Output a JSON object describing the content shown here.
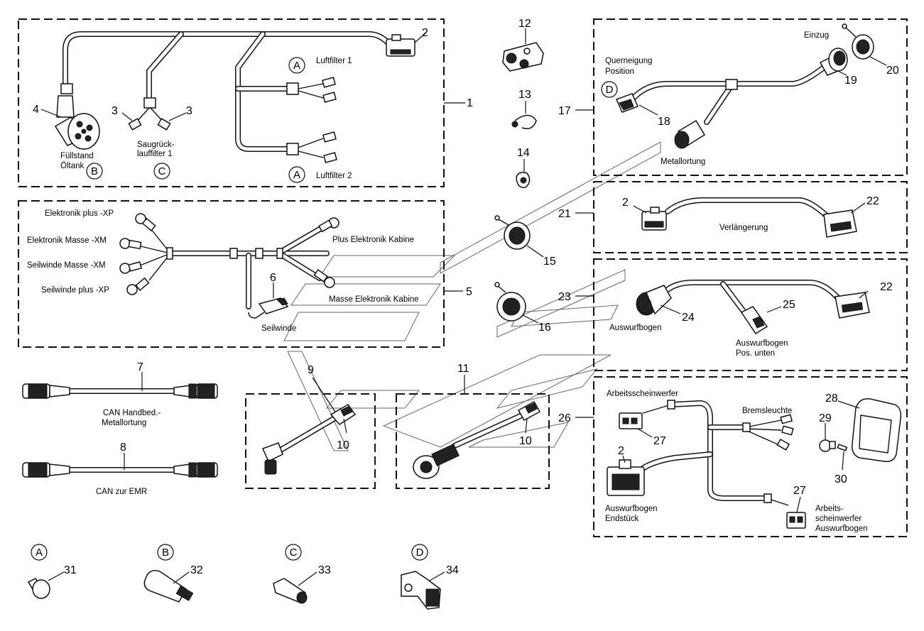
{
  "labels": {
    "luftfilter_1": "Luftfilter 1",
    "luftfilter_2": "Luftfilter 2",
    "fuellstand": "Füllstand",
    "oeltank": "Öltank",
    "saugrueck": "Saugrück-",
    "lauffilter": "lauffilter 1",
    "elektronik_plus": "Elektronik plus -XP",
    "elektronik_masse": "Elektronik Masse -XM",
    "seilwinde_masse": "Seilwinde Masse -XM",
    "seilwinde_plus": "Seilwinde plus -XP",
    "plus_elektronik_kabine": "Plus Elektronik Kabine",
    "masse_elektronik_kabine": "Masse Elektronik Kabine",
    "seilwinde": "Seilwinde",
    "can_handbed": "CAN Handbed.-",
    "metallortung_7": "Metallortung",
    "can_emr": "CAN zur EMR",
    "querneigung": "Querneigung",
    "position": "Position",
    "einzug": "Einzug",
    "metallortung_17": "Metallortung",
    "verlaengerung": "Verlängerung",
    "auswurfbogen": "Auswurfbogen",
    "auswurfbogen_pos": "Auswurfbogen",
    "pos_unten": "Pos. unten",
    "arbeitsscheinwerfer": "Arbeitsscheinwerfer",
    "bremsleuchte": "Bremsleuchte",
    "auswurfbogen_end": "Auswurfbogen",
    "endstueck": "Endstück",
    "arbeits": "Arbeits-",
    "scheinwerfer": "scheinwerfer",
    "auswurfbogen_aw": "Auswurfbogen"
  },
  "letters": {
    "a": "A",
    "b": "B",
    "c": "C",
    "d": "D"
  },
  "numbers": {
    "n1": "1",
    "n2": "2",
    "n3": "3",
    "n4": "4",
    "n5": "5",
    "n6": "6",
    "n7": "7",
    "n8": "8",
    "n9": "9",
    "n10": "10",
    "n11": "11",
    "n12": "12",
    "n13": "13",
    "n14": "14",
    "n15": "15",
    "n16": "16",
    "n17": "17",
    "n18": "18",
    "n19": "19",
    "n20": "20",
    "n21": "21",
    "n22": "22",
    "n23": "23",
    "n24": "24",
    "n25": "25",
    "n26": "26",
    "n27": "27",
    "n28": "28",
    "n29": "29",
    "n30": "30",
    "n31": "31",
    "n32": "32",
    "n33": "33",
    "n34": "34"
  }
}
